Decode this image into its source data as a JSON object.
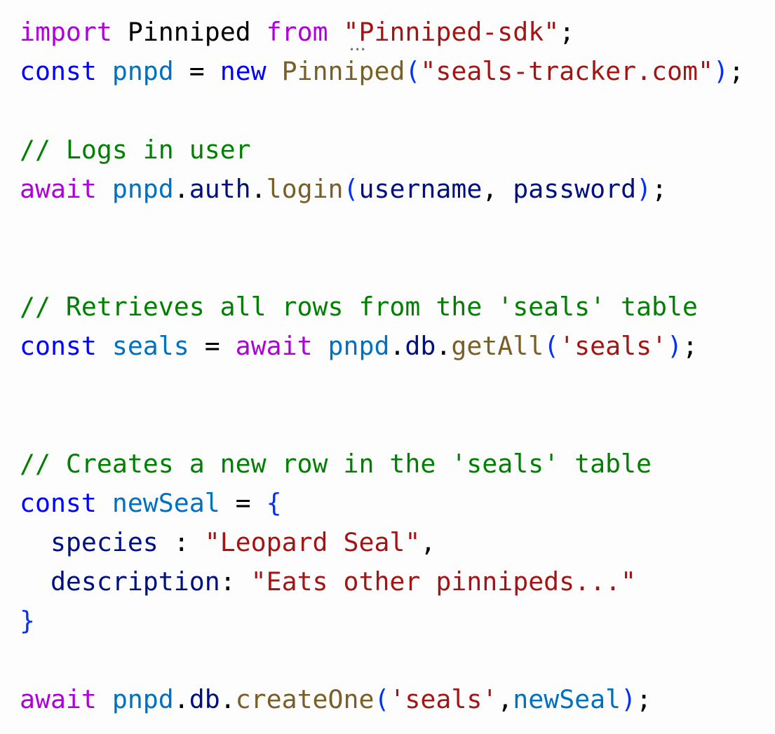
{
  "colors": {
    "kw": "#af00db",
    "decl": "#0000ff",
    "var": "#0070c1",
    "prop": "#001080",
    "fn": "#795e26",
    "str": "#a31515",
    "cm": "#008000",
    "br": "#0431fa"
  },
  "hint_icon": "ellipsis-hint-icon",
  "lines": [
    [
      [
        "kw",
        "import"
      ],
      [
        "pl",
        " "
      ],
      [
        "cls",
        "Pinniped"
      ],
      [
        "pl",
        " "
      ],
      [
        "kw",
        "from"
      ],
      [
        "pl",
        " "
      ],
      [
        "str",
        "\"Pinniped-sdk\""
      ],
      [
        "pl",
        ";"
      ]
    ],
    [
      [
        "decl",
        "const"
      ],
      [
        "pl",
        " "
      ],
      [
        "var",
        "pnpd"
      ],
      [
        "pl",
        " = "
      ],
      [
        "decl",
        "new"
      ],
      [
        "pl",
        " "
      ],
      [
        "fn",
        "Pinniped"
      ],
      [
        "br",
        "("
      ],
      [
        "str",
        "\"seals-tracker.com\""
      ],
      [
        "br",
        ")"
      ],
      [
        "pl",
        ";"
      ]
    ],
    [],
    [
      [
        "cm",
        "// Logs in user"
      ]
    ],
    [
      [
        "kw",
        "await"
      ],
      [
        "pl",
        " "
      ],
      [
        "var",
        "pnpd"
      ],
      [
        "pl",
        "."
      ],
      [
        "prop",
        "auth"
      ],
      [
        "pl",
        "."
      ],
      [
        "fn",
        "login"
      ],
      [
        "br",
        "("
      ],
      [
        "prop",
        "username"
      ],
      [
        "pl",
        ", "
      ],
      [
        "prop",
        "password"
      ],
      [
        "br",
        ")"
      ],
      [
        "pl",
        ";"
      ]
    ],
    [],
    [],
    [
      [
        "cm",
        "// Retrieves all rows from the 'seals' table"
      ]
    ],
    [
      [
        "decl",
        "const"
      ],
      [
        "pl",
        " "
      ],
      [
        "var",
        "seals"
      ],
      [
        "pl",
        " = "
      ],
      [
        "kw",
        "await"
      ],
      [
        "pl",
        " "
      ],
      [
        "var",
        "pnpd"
      ],
      [
        "pl",
        "."
      ],
      [
        "prop",
        "db"
      ],
      [
        "pl",
        "."
      ],
      [
        "fn",
        "getAll"
      ],
      [
        "br",
        "("
      ],
      [
        "str",
        "'seals'"
      ],
      [
        "br",
        ")"
      ],
      [
        "pl",
        ";"
      ]
    ],
    [],
    [],
    [
      [
        "cm",
        "// Creates a new row in the 'seals' table"
      ]
    ],
    [
      [
        "decl",
        "const"
      ],
      [
        "pl",
        " "
      ],
      [
        "var",
        "newSeal"
      ],
      [
        "pl",
        " = "
      ],
      [
        "br",
        "{"
      ]
    ],
    [
      [
        "pl",
        "  "
      ],
      [
        "prop",
        "species"
      ],
      [
        "pl",
        " : "
      ],
      [
        "str",
        "\"Leopard Seal\""
      ],
      [
        "pl",
        ","
      ]
    ],
    [
      [
        "pl",
        "  "
      ],
      [
        "prop",
        "description"
      ],
      [
        "pl",
        ": "
      ],
      [
        "str",
        "\"Eats other pinnipeds...\""
      ]
    ],
    [
      [
        "br",
        "}"
      ]
    ],
    [],
    [
      [
        "kw",
        "await"
      ],
      [
        "pl",
        " "
      ],
      [
        "var",
        "pnpd"
      ],
      [
        "pl",
        "."
      ],
      [
        "prop",
        "db"
      ],
      [
        "pl",
        "."
      ],
      [
        "fn",
        "createOne"
      ],
      [
        "br",
        "("
      ],
      [
        "str",
        "'seals'"
      ],
      [
        "pl",
        ","
      ],
      [
        "var",
        "newSeal"
      ],
      [
        "br",
        ")"
      ],
      [
        "pl",
        ";"
      ]
    ]
  ]
}
